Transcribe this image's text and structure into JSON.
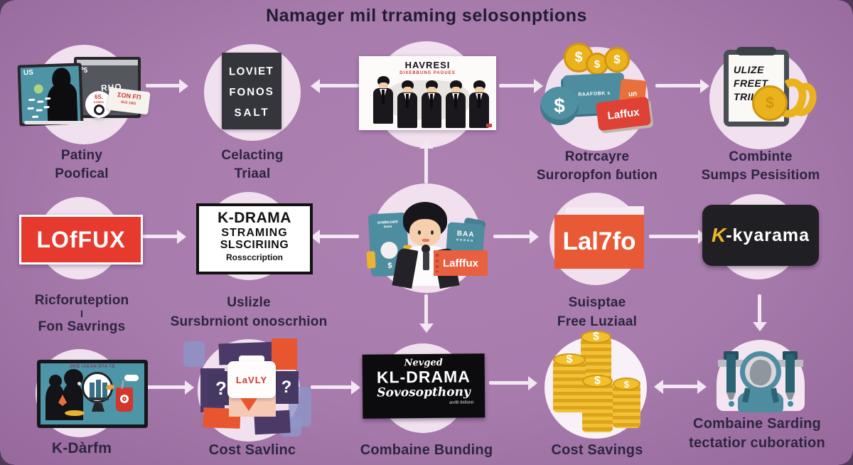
{
  "title": "Namager mil trraming selosonptions",
  "colors": {
    "background": "#a77bac",
    "circle": "#f1e1ef",
    "arrow": "#f2e7f2",
    "caption_text": "#2d2540",
    "netflix_red": "#e63a2e",
    "orange": "#e85a36",
    "teal": "#4e8ca0",
    "gold": "#eab31e",
    "dark_panel": "#1f1e22",
    "k_yellow": "#f0b429",
    "collage_purple": "#4b3a68"
  },
  "row1": {
    "item1": {
      "caption": [
        "Patiny",
        "Poofical"
      ],
      "screen_left": "US",
      "screen_right_top": "º5",
      "screen_right": "RHO",
      "badge": "6S.",
      "badge_sub": "KXBRO",
      "ticket": "ΣON FΠ",
      "ticket_sub": "6U2  1W2"
    },
    "item2": {
      "caption": [
        "Celacting",
        "Triaal"
      ],
      "board": [
        "LOVIET",
        "FONOS",
        "SALT"
      ]
    },
    "item3": {
      "poster_title": "HAVRESI",
      "poster_subtitle": "DIXEBBUNG PAGUES"
    },
    "item4": {
      "caption": [
        "Rotrcayre",
        "Suroropfon ɓution"
      ],
      "teal_card": "RAAFOBK s",
      "orange_card": "un",
      "red_card": "Laffux",
      "dollar": "$"
    },
    "item5": {
      "caption": [
        "Combinte",
        "Sumps Pesisitiom"
      ],
      "paper": [
        "ULIZE",
        "FREET",
        "TRIL"
      ],
      "dollar": "$"
    }
  },
  "row2": {
    "item1": {
      "logo": "LOfFUX",
      "caption": [
        "Ricforuteption",
        "I",
        "Fon Savrings"
      ]
    },
    "item2": {
      "board": [
        "K-DRAMA",
        "STRAMING",
        "SLSCIRIING",
        "Rossccription"
      ],
      "caption": [
        "Uslizle",
        "Sursbrniont onoscrhion"
      ]
    },
    "item3": {
      "left_card": [
        "snabczam",
        "bses"
      ],
      "left_dollar": "$",
      "right_card": [
        "BAA",
        "ooooo"
      ],
      "badge": "Lafffux"
    },
    "item4": {
      "logo": "Lal7fo",
      "caption": [
        "Suisptae",
        "Free Luziaal"
      ]
    },
    "item5": {
      "logo_k": "K",
      "logo_rest": "-kyarama"
    }
  },
  "row3": {
    "item1": {
      "caption": [
        "K-Dàrfm"
      ],
      "scribble": "JNIE IAEAN NTA TE"
    },
    "item2": {
      "caption": [
        "Cost Savlinc"
      ],
      "card": "LaVLY",
      "question": "?"
    },
    "item3": {
      "caption": [
        "Combaine Bunding"
      ],
      "board_script1": "Nevged",
      "board_main": "KL-DRAMA",
      "board_script2": "Sovosopthony",
      "board_sub": "aod8 dallatat"
    },
    "item4": {
      "caption": [
        "Cost Savings"
      ],
      "dollar": "$"
    },
    "item5": {
      "caption": [
        "Combaine Sarding",
        "tectatior cuboration"
      ]
    }
  }
}
